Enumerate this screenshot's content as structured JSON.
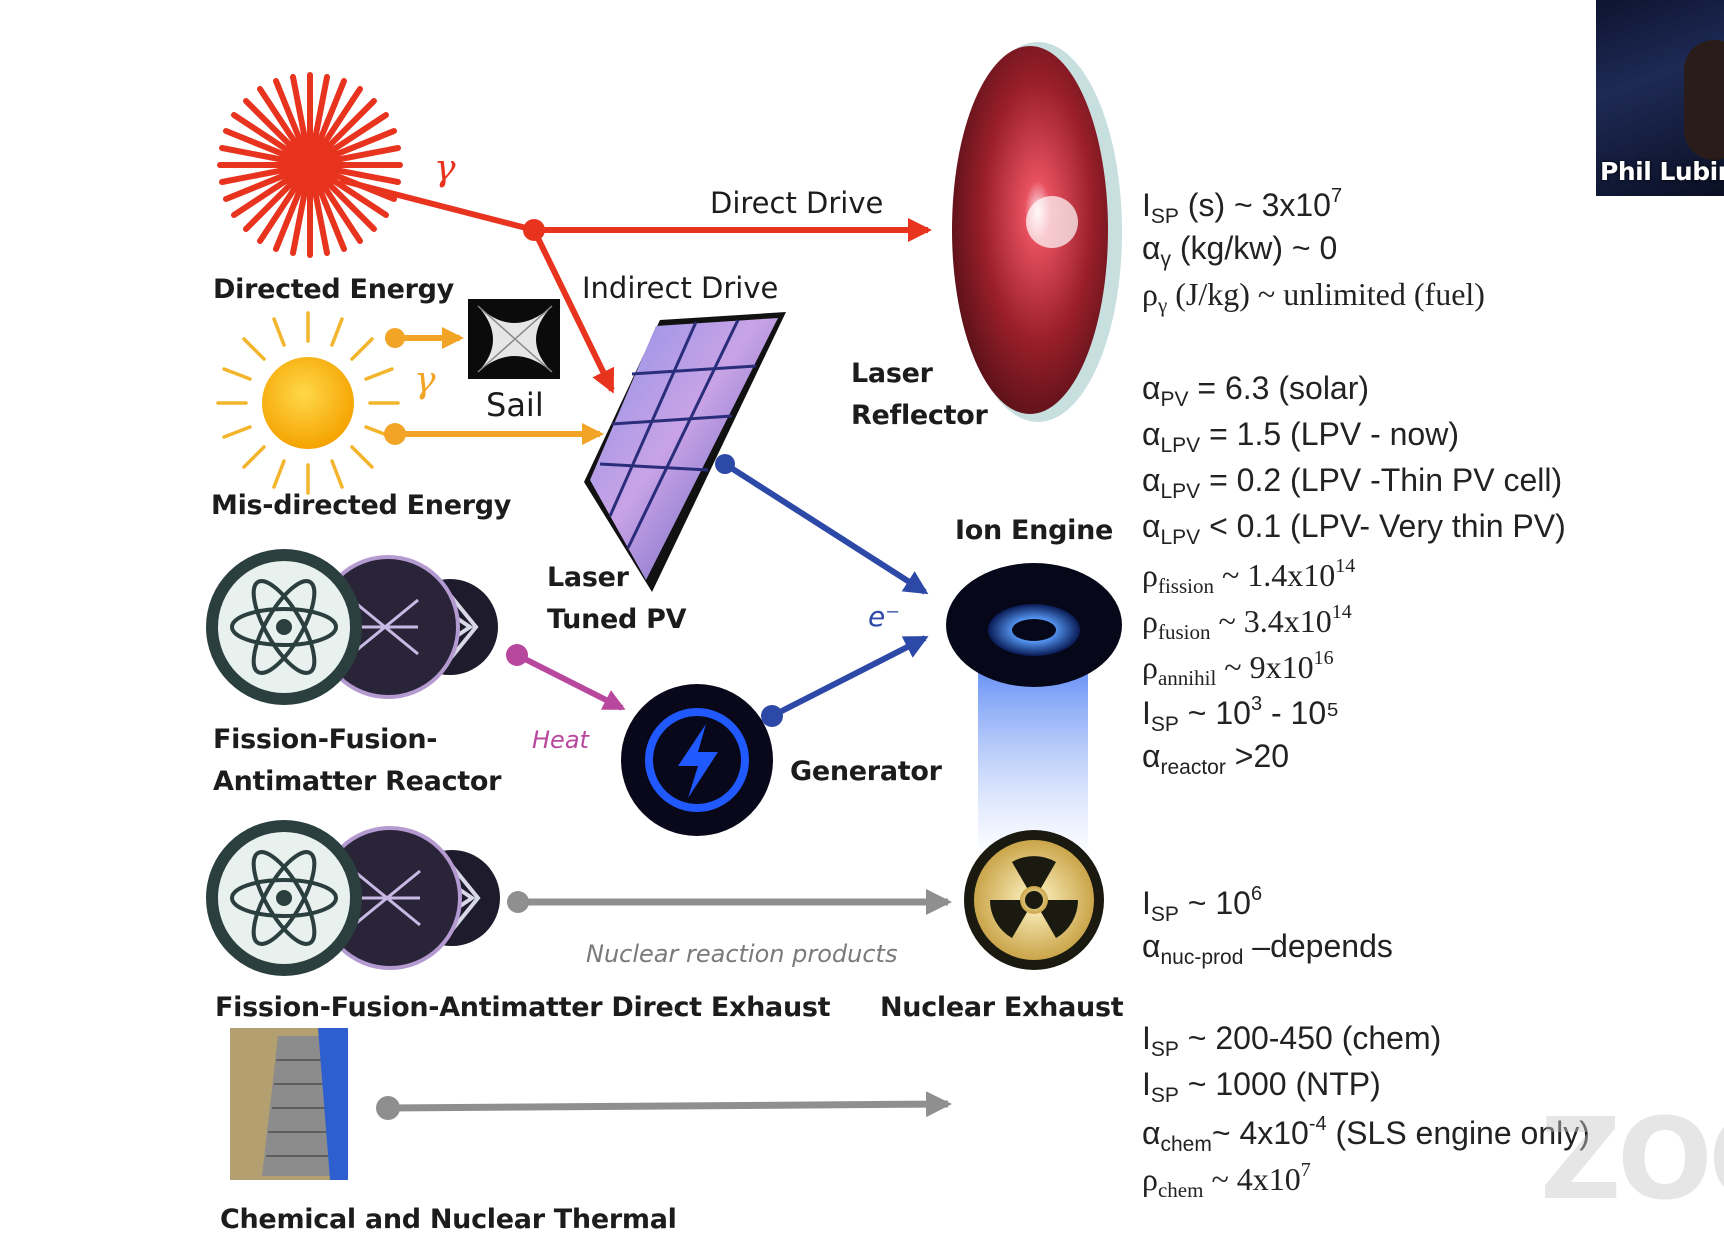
{
  "labels": {
    "directed_energy": "Directed Energy",
    "misdirected_energy": "Mis-directed Energy",
    "sail": "Sail",
    "gamma_1": "γ",
    "gamma_2": "γ",
    "direct_drive": "Direct Drive",
    "indirect_drive": "Indirect Drive",
    "laser_reflector_1": "Laser",
    "laser_reflector_2": "Reflector",
    "laser_tuned_pv_1": "Laser",
    "laser_tuned_pv_2": "Tuned PV",
    "ion_engine": "Ion Engine",
    "electron": "e⁻",
    "heat": "Heat",
    "generator": "Generator",
    "reactor_1": "Fission-Fusion-",
    "reactor_2": "Antimatter Reactor",
    "nuclear_products": "Nuclear reaction products",
    "direct_exhaust": "Fission-Fusion-Antimatter Direct Exhaust",
    "nuclear_exhaust": "Nuclear Exhaust",
    "chem_nuclear_thermal": "Chemical and Nuclear Thermal"
  },
  "equations": {
    "laser": [
      {
        "sym": "I",
        "sub": "SP",
        "rest": " (s) ~ 3x10",
        "sup": "7",
        "tail": ""
      },
      {
        "sym": "α",
        "sub": "γ",
        "rest": " (kg/kw) ~ 0",
        "sup": "",
        "tail": ""
      },
      {
        "sym": "ρ",
        "sub": "γ",
        "rest": " (J/kg) ~ unlimited (fuel)",
        "sup": "",
        "tail": ""
      }
    ],
    "power": [
      {
        "sym": "α",
        "sub": "PV",
        "rest": " =  6.3 (solar)",
        "sup": "",
        "tail": ""
      },
      {
        "sym": "α",
        "sub": "LPV",
        "rest": " = 1.5 (LPV - now)",
        "sup": "",
        "tail": ""
      },
      {
        "sym": "α",
        "sub": "LPV",
        "rest": " = 0.2 (LPV -Thin PV cell)",
        "sup": "",
        "tail": ""
      },
      {
        "sym": "α",
        "sub": "LPV",
        "rest": " < 0.1 (LPV- Very thin PV)",
        "sup": "",
        "tail": ""
      },
      {
        "sym": "ρ",
        "sub": "fission",
        "rest": " ~ 1.4x10",
        "sup": "14",
        "tail": ""
      },
      {
        "sym": "ρ",
        "sub": "fusion",
        "rest": " ~ 3.4x10",
        "sup": "14",
        "tail": ""
      },
      {
        "sym": "ρ",
        "sub": "annihil",
        "rest": " ~ 9x10",
        "sup": "16",
        "tail": ""
      },
      {
        "sym": "I",
        "sub": "SP",
        "rest": " ~ 10",
        "sup": "3",
        "tail": " - 10⁵"
      },
      {
        "sym": "α",
        "sub": "reactor",
        "rest": " >20",
        "sup": "",
        "tail": ""
      }
    ],
    "nuclear": [
      {
        "sym": "I",
        "sub": "SP",
        "rest": " ~ 10",
        "sup": "6",
        "tail": ""
      },
      {
        "sym": "α",
        "sub": "nuc-prod",
        "rest": " –depends",
        "sup": "",
        "tail": ""
      }
    ],
    "chemical": [
      {
        "sym": "I",
        "sub": "SP",
        "rest": " ~ 200-450 (chem)",
        "sup": "",
        "tail": ""
      },
      {
        "sym": "I",
        "sub": "SP",
        "rest": " ~ 1000 (NTP)",
        "sup": "",
        "tail": ""
      },
      {
        "sym": "α",
        "sub": "chem",
        "rest": "~ 4x10",
        "sup": "-4",
        "tail": " (SLS engine only)"
      },
      {
        "sym": "ρ",
        "sub": "chem",
        "rest": " ~ 4x10",
        "sup": "7",
        "tail": ""
      }
    ]
  },
  "speaker": {
    "name": "Phil Lubin"
  },
  "watermark": "ZOO",
  "colors": {
    "laser_red": "#e8341f",
    "solar_orange": "#f2a427",
    "electric_blue": "#2d49a8",
    "heat_magenta": "#b8479e",
    "grey_arrow": "#8f8f8f"
  },
  "icons": [
    "laser-burst-icon",
    "sun-icon",
    "sail-icon",
    "pv-panel-icon",
    "mirror-icon",
    "atom-icon",
    "generator-bolt-icon",
    "ion-engine-icon",
    "radiation-icon",
    "rocket-nozzle-icon"
  ]
}
